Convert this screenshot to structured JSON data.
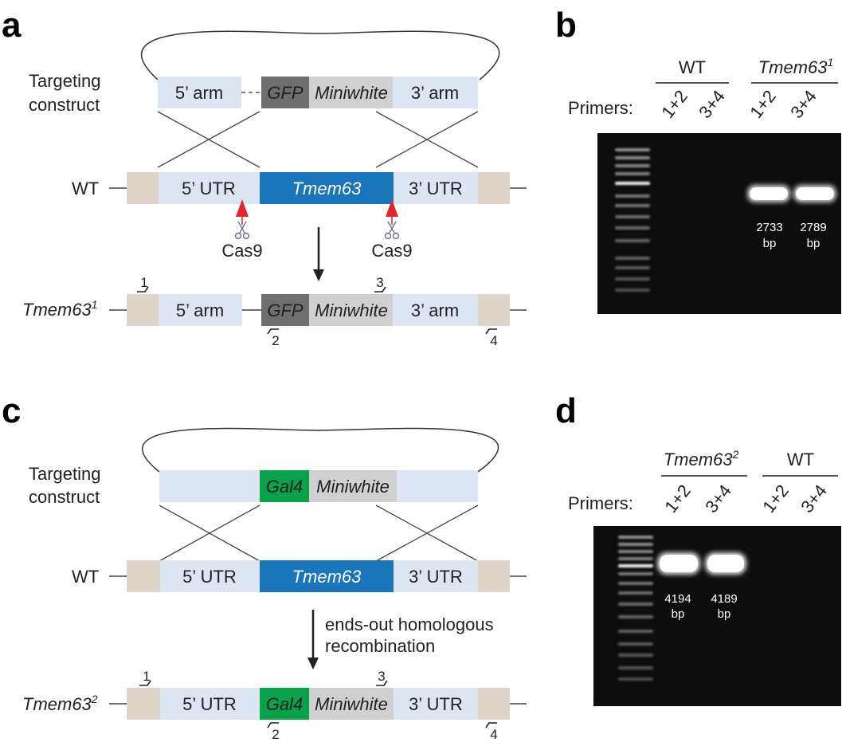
{
  "panels": {
    "a": {
      "letter": "a",
      "construct_label": [
        "Targeting",
        "construct"
      ],
      "construct_boxes": {
        "arm5": "5’ arm",
        "gfp": "GFP",
        "miniwhite": "Miniwhite",
        "arm3": "3’ arm"
      },
      "wt_label": "WT",
      "wt_boxes": {
        "utr5": "5’ UTR",
        "gene": "Tmem63",
        "utr3": "3’ UTR"
      },
      "cas9": "Cas9",
      "allele_label": {
        "base": "Tmem63",
        "sup": "1"
      },
      "allele_boxes": {
        "arm5": "5’ arm",
        "gfp": "GFP",
        "miniwhite": "Miniwhite",
        "arm3": "3’ arm"
      },
      "primers": [
        "1",
        "2",
        "3",
        "4"
      ]
    },
    "b": {
      "letter": "b",
      "groups": [
        {
          "label": "WT",
          "sup": ""
        },
        {
          "label": "Tmem63",
          "sup": "1"
        }
      ],
      "primers_label": "Primers:",
      "lanes": [
        "1+2",
        "3+4",
        "1+2",
        "3+4"
      ],
      "bands": [
        {
          "size": "2733",
          "unit": "bp"
        },
        {
          "size": "2789",
          "unit": "bp"
        }
      ]
    },
    "c": {
      "letter": "c",
      "construct_label": [
        "Targeting",
        "construct"
      ],
      "construct_boxes": {
        "gal4": "Gal4",
        "miniwhite": "Miniwhite"
      },
      "wt_label": "WT",
      "wt_boxes": {
        "utr5": "5’ UTR",
        "gene": "Tmem63",
        "utr3": "3’ UTR"
      },
      "arrow_text": [
        "ends-out homologous",
        "recombination"
      ],
      "allele_label": {
        "base": "Tmem63",
        "sup": "2"
      },
      "allele_boxes": {
        "utr5": "5’ UTR",
        "gal4": "Gal4",
        "miniwhite": "Miniwhite",
        "utr3": "3’ UTR"
      },
      "primers": [
        "1",
        "2",
        "3",
        "4"
      ]
    },
    "d": {
      "letter": "d",
      "groups": [
        {
          "label": "Tmem63",
          "sup": "2"
        },
        {
          "label": "WT",
          "sup": ""
        }
      ],
      "primers_label": "Primers:",
      "lanes": [
        "1+2",
        "3+4",
        "1+2",
        "3+4"
      ],
      "bands": [
        {
          "size": "4194",
          "unit": "bp"
        },
        {
          "size": "4189",
          "unit": "bp"
        }
      ]
    }
  },
  "colors": {
    "arm": "#dde5f3",
    "flank": "#dcd5c8",
    "gene": "#1b75bb",
    "gfp": "#6f6f6f",
    "miniwhite": "#d0d0d0",
    "gal4": "#0aa14b",
    "gel": "#0d0d0d",
    "cas9_arrow": "#e3262d"
  }
}
